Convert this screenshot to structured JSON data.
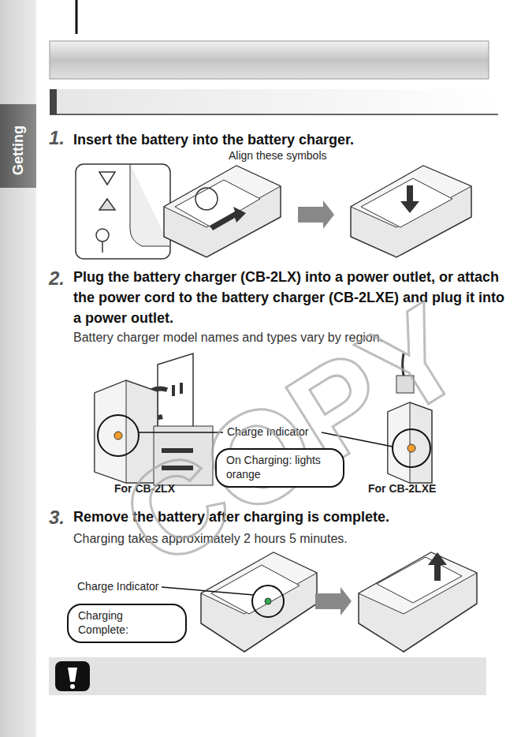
{
  "diagram": {
    "nodes": [
      {
        "text": [
          "On Charging: lights orange"
        ]
      },
      {
        "text": [
          "Charging Complete:"
        ]
      }
    ],
    "labels": [
      "Getting",
      "1.",
      "Insert the battery into the battery charger.",
      "Align these symbols",
      "2.",
      "Plug the battery charger (CB-2LX) into a power outlet, or attach the power cord to the battery charger (CB-2LXE) and plug it into a power outlet.",
      "Battery charger model names and types vary by region.",
      "Charge Indicator",
      "For CB-2LX",
      "For CB-2LXE",
      "3.",
      "Remove the battery after charging is complete.",
      "Charging takes approximately 2 hours 5 minutes.",
      "Charge Indicator",
      "COPY"
    ]
  }
}
